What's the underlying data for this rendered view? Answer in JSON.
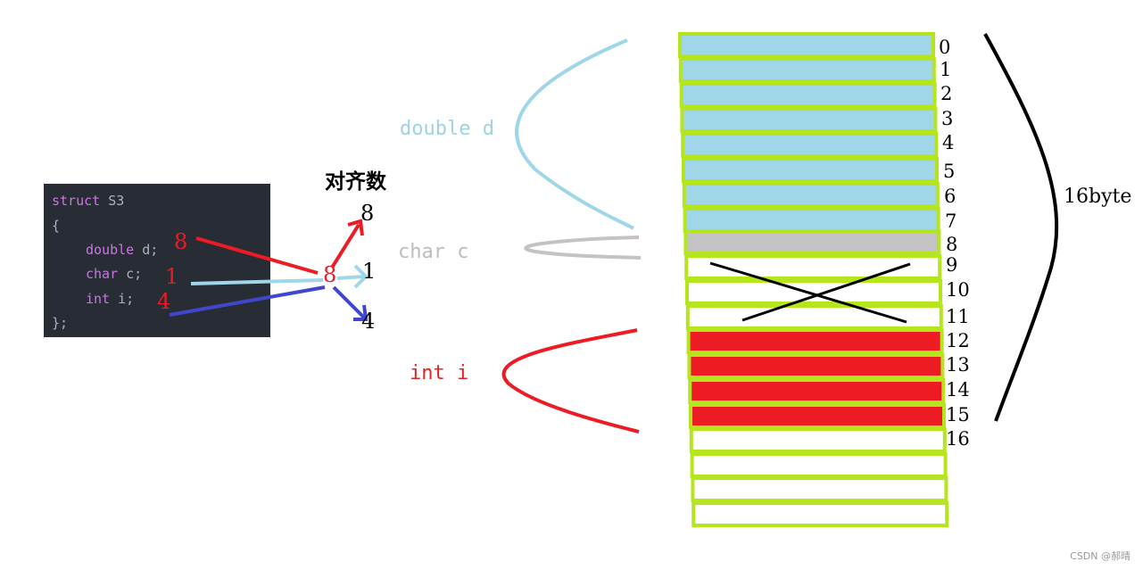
{
  "code": {
    "line1_kw": "struct",
    "line1_rest": " S3",
    "line2": "{",
    "line3_kw": "double",
    "line3_rest": " d;",
    "line4_kw": "char",
    "line4_rest": " c;",
    "line5_kw": "int",
    "line5_rest": " i;",
    "line6": "};"
  },
  "member_sizes": {
    "d": "8",
    "c": "1",
    "i": "4"
  },
  "default_align": "8",
  "align_title": "对齐数",
  "align_results": {
    "d": "8",
    "c": "1",
    "i": "4"
  },
  "member_labels": {
    "d": "double d",
    "c": "char c",
    "i": "int i"
  },
  "offsets": [
    "0",
    "1",
    "2",
    "3",
    "4",
    "5",
    "6",
    "7",
    "8",
    "9",
    "10",
    "11",
    "12",
    "13",
    "14",
    "15",
    "16"
  ],
  "total_size": "16byte",
  "watermark": "CSDN @郝晴",
  "colors": {
    "double": "#9fd6e8",
    "char": "#c3c3c5",
    "int": "#ed1c24",
    "border": "#b5e61d",
    "pad_cross": "#000000"
  },
  "cells": [
    "double",
    "double",
    "double",
    "double",
    "double",
    "double",
    "double",
    "double",
    "char",
    "pad",
    "pad",
    "pad",
    "int",
    "int",
    "int",
    "int",
    "empty",
    "empty",
    "empty",
    "empty"
  ]
}
